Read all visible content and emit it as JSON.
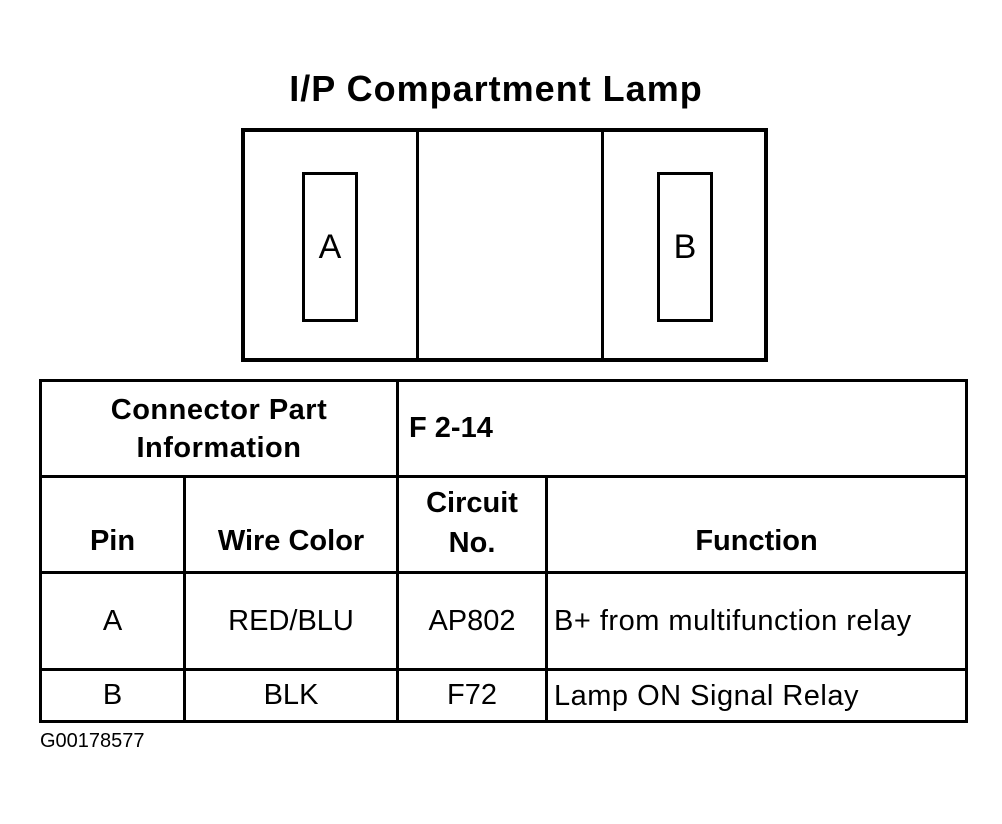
{
  "title": "I/P Compartment Lamp",
  "connector": {
    "pins": [
      {
        "label": "A"
      },
      {
        "label": "B"
      }
    ]
  },
  "table": {
    "part_info_label": "Connector Part Information",
    "part_info_value": "F 2-14",
    "headers": {
      "pin": "Pin",
      "wire_color": "Wire Color",
      "circuit_no": "Circuit No.",
      "function": "Function"
    },
    "rows": [
      {
        "pin": "A",
        "wire_color": "RED/BLU",
        "circuit": "AP802",
        "function": "B+ from multifunction relay"
      },
      {
        "pin": "B",
        "wire_color": "BLK",
        "circuit": "F72",
        "function": "Lamp ON Signal Relay"
      }
    ]
  },
  "figure_id": "G00178577"
}
